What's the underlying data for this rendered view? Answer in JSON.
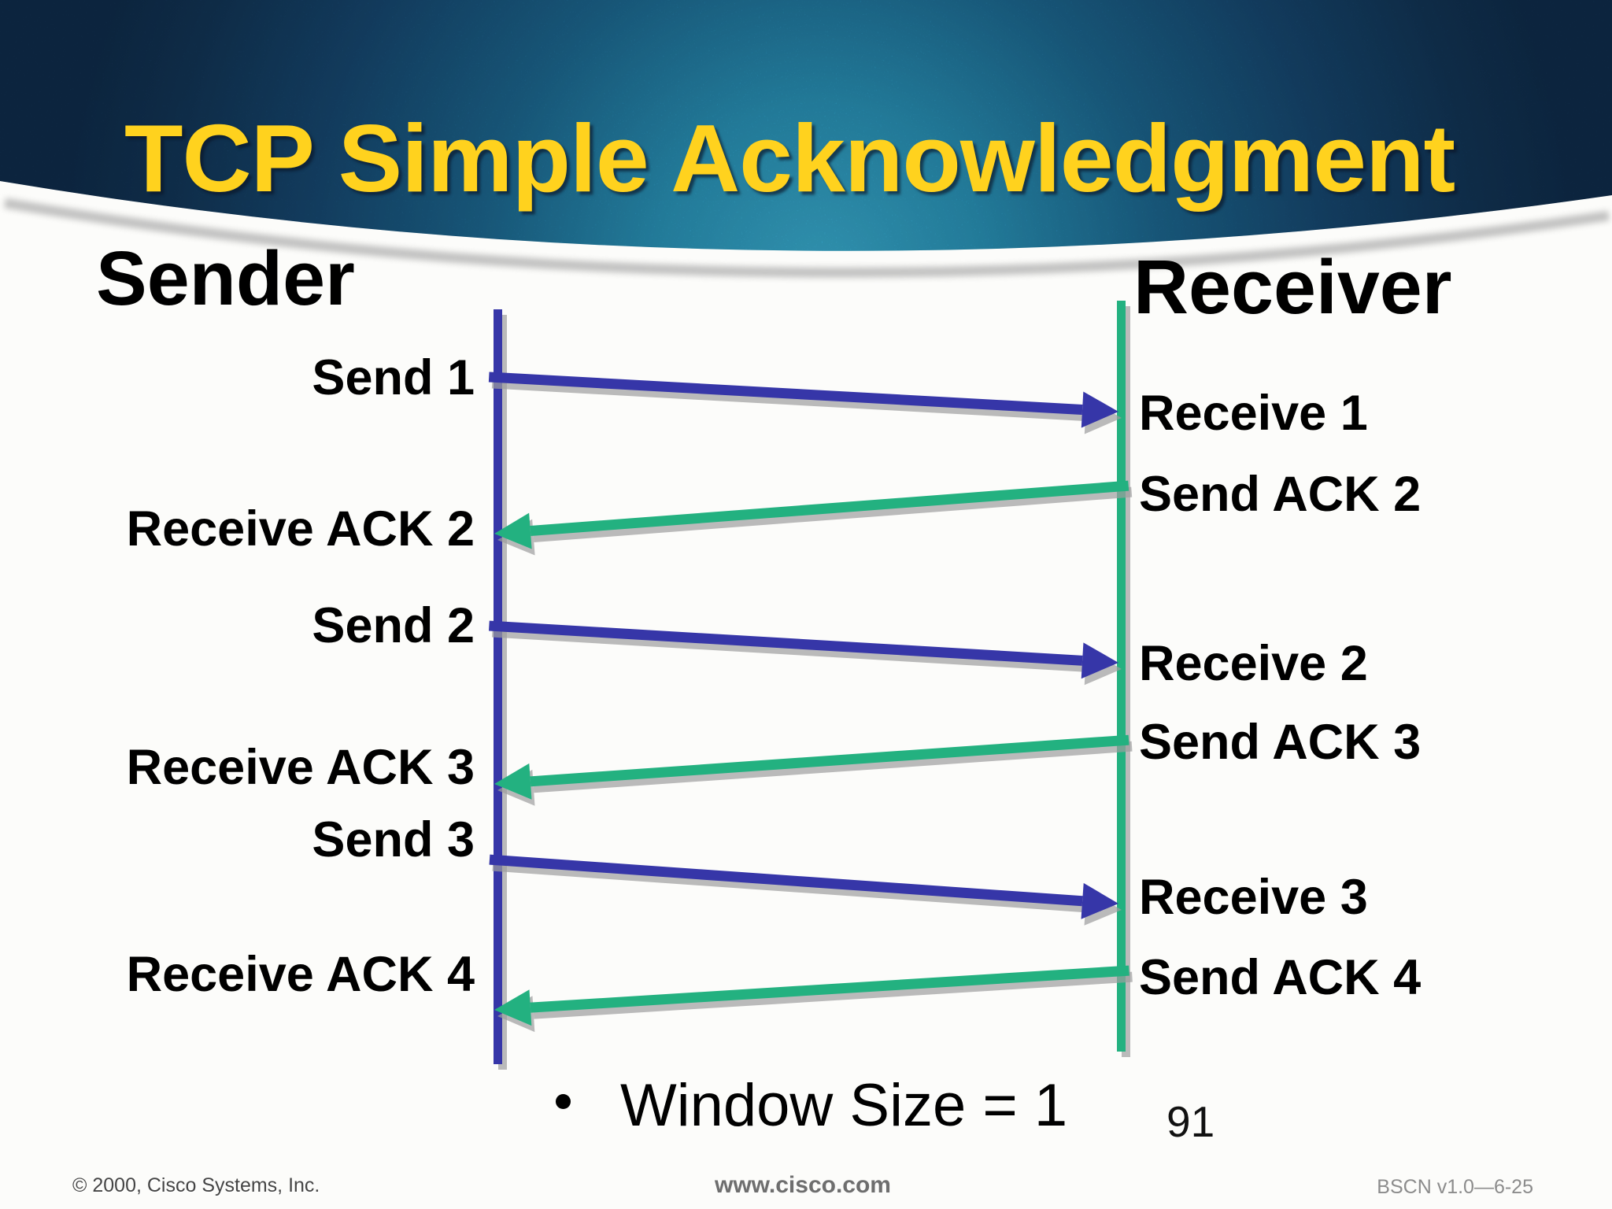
{
  "slide": {
    "title": "TCP Simple Acknowledgment",
    "bullet_text": "Window Size = 1",
    "page_number": "91",
    "footer": {
      "copyright": "© 2000, Cisco Systems, Inc.",
      "website": "www.cisco.com",
      "course_code": "BSCN v1.0—6-25"
    },
    "colors": {
      "title_yellow": "#FFD21E",
      "banner_navy": "#112F52",
      "banner_teal": "#38B2D6",
      "data_arrow_blue": "#3636A8",
      "ack_arrow_green": "#23B180",
      "shadow_gray": "#9E9E9E"
    }
  },
  "diagram": {
    "sender_heading": "Sender",
    "receiver_heading": "Receiver",
    "flows": [
      {
        "type": "data",
        "direction": "sender-to-receiver",
        "sender_label": "Send 1",
        "receiver_label": "Receive 1"
      },
      {
        "type": "ack",
        "direction": "receiver-to-sender",
        "sender_label": "Receive ACK 2",
        "receiver_label": "Send ACK 2"
      },
      {
        "type": "data",
        "direction": "sender-to-receiver",
        "sender_label": "Send 2",
        "receiver_label": "Receive 2"
      },
      {
        "type": "ack",
        "direction": "receiver-to-sender",
        "sender_label": "Receive ACK 3",
        "receiver_label": "Send ACK 3"
      },
      {
        "type": "data",
        "direction": "sender-to-receiver",
        "sender_label": "Send 3",
        "receiver_label": "Receive 3"
      },
      {
        "type": "ack",
        "direction": "receiver-to-sender",
        "sender_label": "Receive ACK 4",
        "receiver_label": "Send ACK 4"
      }
    ]
  }
}
